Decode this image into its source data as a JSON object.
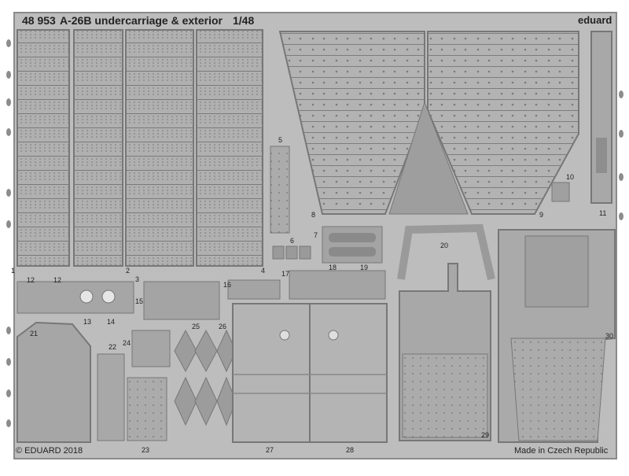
{
  "header": {
    "code": "48 953",
    "title": "A-26B undercarriage & exterior",
    "scale": "1/48",
    "brand": "eduard"
  },
  "footer": {
    "copyright": "© EDUARD 2018",
    "origin": "Made in Czech Republic"
  },
  "part_numbers": [
    "1",
    "2",
    "3",
    "4",
    "5",
    "6",
    "7",
    "8",
    "9",
    "10",
    "11",
    "12",
    "12",
    "13",
    "14",
    "15",
    "16",
    "17",
    "18",
    "19",
    "20",
    "21",
    "22",
    "23",
    "24",
    "25",
    "26",
    "27",
    "28",
    "29",
    "30"
  ],
  "colors": {
    "fret_metal": "#b9b9b9",
    "part_metal": "#a9a9a9",
    "dark_metal": "#8f8f8f",
    "etched_line": "#6a6a6a",
    "background": "#ffffff"
  }
}
